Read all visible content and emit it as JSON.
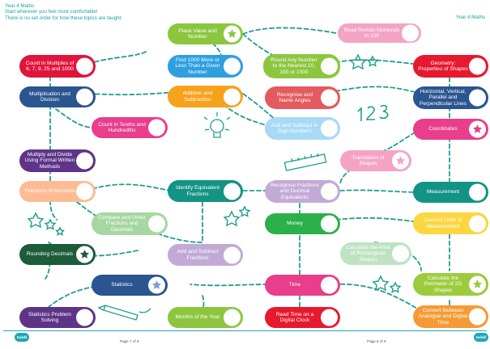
{
  "header": {
    "left_title": "Year 4 Maths",
    "intro_line1": "Start wherever you feel most comfortable!",
    "intro_line2": "There is no set order for how these topics are taught.",
    "right_title": "Year 4 Maths"
  },
  "footer": {
    "page_left": "Page 7 of 9",
    "page_right": "Page 8 of 9",
    "logo_text": "twinkl"
  },
  "colors": {
    "path": "#1e9e8e",
    "header_text": "#19a3a0",
    "footer_line": "#23a7b7",
    "star_fill": "#8cc63f"
  },
  "topics": [
    {
      "id": "place-value",
      "label": "Place Value and Number",
      "color": "#8cc63f",
      "icon": "star-icon"
    },
    {
      "id": "read-roman",
      "label": "Read Roman Numerals to 100",
      "color": "#f4a3c4",
      "icon": ""
    },
    {
      "id": "count-multiples",
      "label": "Count in Multiples of 6, 7, 9, 25 and 1000",
      "color": "#e0143c",
      "icon": ""
    },
    {
      "id": "find-1000",
      "label": "Find 1000 More or Less Than a Given Number",
      "color": "#2f9fe0",
      "icon": ""
    },
    {
      "id": "round-any",
      "label": "Round Any Number to the Nearest 10, 100 or 1000",
      "color": "#8cc63f",
      "icon": ""
    },
    {
      "id": "geometry",
      "label": "Geometry: Properties of Shapes",
      "color": "#e6192f",
      "icon": ""
    },
    {
      "id": "mult-div",
      "label": "Multiplication and Division",
      "color": "#2a5590",
      "icon": ""
    },
    {
      "id": "add-sub",
      "label": "Addition and Subtraction",
      "color": "#f7a21b",
      "icon": ""
    },
    {
      "id": "recognise-angles",
      "label": "Recognise and Name Angles",
      "color": "#e35a5f",
      "icon": ""
    },
    {
      "id": "lines",
      "label": "Horizontal, Vertical, Parallel and Perpendicular Lines",
      "color": "#2a5590",
      "icon": ""
    },
    {
      "id": "count-tenths",
      "label": "Count in Tenths and Hundredths",
      "color": "#e83e8c",
      "icon": ""
    },
    {
      "id": "add-4digit",
      "label": "Add and Subtract 4-Digit Numbers",
      "color": "#a8d9f6",
      "icon": ""
    },
    {
      "id": "coordinates",
      "label": "Coordinates",
      "color": "#e83e8c",
      "icon": "star-icon"
    },
    {
      "id": "multiply-written",
      "label": "Multiply and Divide Using Formal Written Methods",
      "color": "#5d3488",
      "icon": ""
    },
    {
      "id": "translation",
      "label": "Translation of Shapes",
      "color": "#f4a3c4",
      "icon": "star-icon"
    },
    {
      "id": "fractions-amounts",
      "label": "Fractions of Amounts",
      "color": "#fdbb94",
      "icon": ""
    },
    {
      "id": "equiv-fractions",
      "label": "Identify Equivalent Fractions",
      "color": "#139384",
      "icon": ""
    },
    {
      "id": "recognise-fractions",
      "label": "Recognise Fractions and Decimal Equivalents",
      "color": "#c1aad6",
      "icon": ""
    },
    {
      "id": "measurement",
      "label": "Measurement",
      "color": "#139384",
      "icon": ""
    },
    {
      "id": "compare-order",
      "label": "Compare and Order Fractions and Decimals",
      "color": "#a6d6a1",
      "icon": ""
    },
    {
      "id": "money",
      "label": "Money",
      "color": "#2bb04a",
      "icon": ""
    },
    {
      "id": "convert-units",
      "label": "Convert Units of Measurement",
      "color": "#fbd63f",
      "icon": ""
    },
    {
      "id": "rounding-decimals",
      "label": "Rounding Decimals",
      "color": "#1c5c3b",
      "icon": "star-icon"
    },
    {
      "id": "add-sub-fractions",
      "label": "Add and Subtract Fractions",
      "color": "#c1aad6",
      "icon": ""
    },
    {
      "id": "area",
      "label": "Calculate the Area of Rectangular Shapes",
      "color": "#bde3c2",
      "icon": ""
    },
    {
      "id": "statistics",
      "label": "Statistics",
      "color": "#2a5590",
      "icon": "star-icon"
    },
    {
      "id": "time",
      "label": "Time",
      "color": "#e83e8c",
      "icon": ""
    },
    {
      "id": "perimeter",
      "label": "Calculate the Perimeter of 2D Shapes",
      "color": "#9ccc3c",
      "icon": "star-icon"
    },
    {
      "id": "stats-problem",
      "label": "Statistics Problem Solving",
      "color": "#5d3488",
      "icon": ""
    },
    {
      "id": "months",
      "label": "Months of the Year",
      "color": "#8cc63f",
      "icon": ""
    },
    {
      "id": "read-clock",
      "label": "Read Time on a Digital Clock",
      "color": "#e6192f",
      "icon": ""
    },
    {
      "id": "convert-analogue",
      "label": "Convert Between Analogue and Digital Time",
      "color": "#f69a35",
      "icon": ""
    }
  ]
}
